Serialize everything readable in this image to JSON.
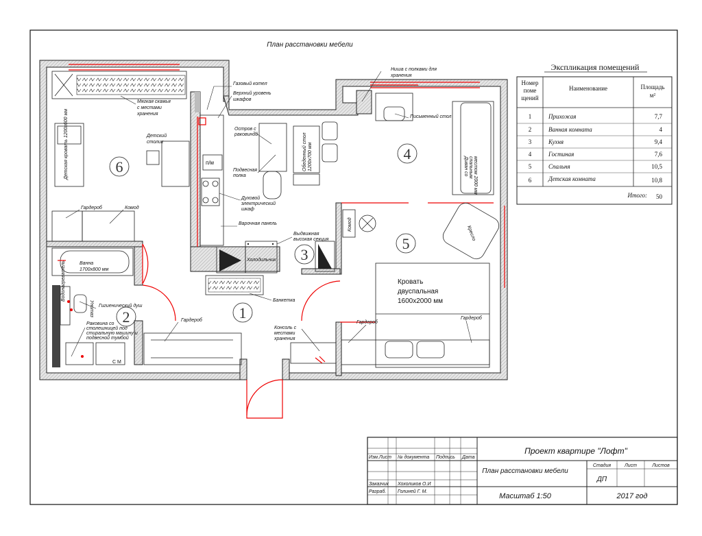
{
  "drawing": {
    "title": "План расстановки мебели"
  },
  "rooms": [
    {
      "num": "1",
      "name": "Прихожая",
      "area": "7,7"
    },
    {
      "num": "2",
      "name": "Ванная комната",
      "area": "4"
    },
    {
      "num": "3",
      "name": "Кухня",
      "area": "9,4"
    },
    {
      "num": "4",
      "name": "Гостиная",
      "area": "7,6"
    },
    {
      "num": "6",
      "name": "Детская комната",
      "area": "10,8"
    },
    {
      "num": "5",
      "name": "Спальня",
      "area": "10,5"
    }
  ],
  "explication": {
    "title": "Экспликация помещений",
    "col_number": [
      "Номер",
      "поме",
      "щений"
    ],
    "col_name": "Наименование",
    "col_area": "Площадь",
    "col_area_unit": "м²",
    "total_label": "Итого:",
    "total_value": "50"
  },
  "labels": {
    "soft_bench_1": "Мягкая скамья",
    "soft_bench_2": "с местами",
    "soft_bench_3": "хранения",
    "kids_table_1": "Детский",
    "kids_table_2": "столик",
    "kids_bed": "Детская кровать 1200х600 мм",
    "wardrobe": "Гардероб",
    "dresser": "Комод",
    "bath_1": "Ванна",
    "bath_2": "1700х800 мм",
    "heater": "Водонагреватель",
    "toilet": "Унитаз",
    "hygienic_shower": "Гигиенический душ",
    "sink_1": "Раковина со",
    "sink_2": "столешницей под",
    "sink_3": "стиральную машину и",
    "sink_4": "подвесной тумбой",
    "washer": "С М",
    "gas_boiler": "Газовый котел",
    "upper_cab_1": "Верхний уровень",
    "upper_cab_2": "шкафов",
    "island_1": "Остров с",
    "island_2": "раковиной",
    "dishwasher": "п/м",
    "hanging_shelf_1": "Подвесная",
    "hanging_shelf_2": "полка",
    "oven_1": "Духовой",
    "oven_2": "электрический",
    "oven_3": "шкаф",
    "cooktop": "Варочная панель",
    "fridge": "Холодильник",
    "tall_section_1": "Выдвижная",
    "tall_section_2": "высокая секция",
    "bench": "Банкетка",
    "dining_1": "Обеденный стол",
    "dining_2": "1200х700 мм",
    "niche_1": "Ниша с полками для",
    "niche_2": "хранения",
    "writing_desk": "Письменный стол",
    "sofa_1": "Диван со",
    "sofa_2": "спальным",
    "sofa_3": "местом 2000 мм",
    "armchair": "Кресло",
    "bed_1": "Кровать",
    "bed_2": "двуспальная",
    "bed_3": "1600х2000 мм",
    "console_1": "Консоль с",
    "console_2": "местами",
    "console_3": "хранения"
  },
  "title_block": {
    "h_change": "Изм.Лист",
    "h_doc": "№ документа",
    "h_sign": "Подпись",
    "h_date": "Дата",
    "customer_label": "Заказчик",
    "customer_name": "Хохоликов О.И",
    "developer_label": "Разраб.",
    "developer_name": "Голиней Г. М.",
    "project": "Проект квартире \"Лофт\"",
    "sheet_title": "План расстановки мебели",
    "scale": "Масштаб 1:50",
    "year": "2017 год",
    "stage_label": "Стадия",
    "sheet_label": "Лист",
    "sheets_label": "Листов",
    "stage_value": "ДП"
  },
  "colors": {
    "line": "#222222",
    "accent_red": "#ee0000",
    "hatch": "#e4e4e4"
  }
}
